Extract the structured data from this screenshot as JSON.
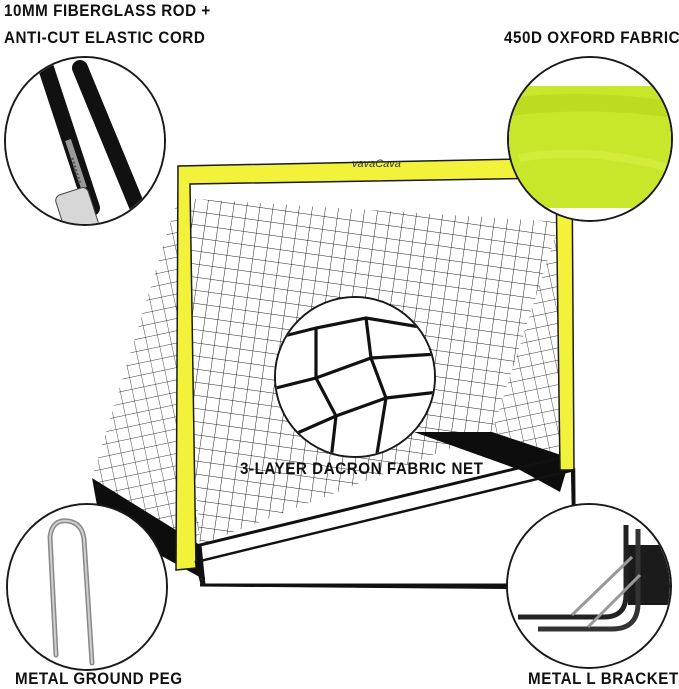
{
  "brand": "vavaCava",
  "callouts": {
    "rod_line1": "10MM FIBERGLASS ROD +",
    "rod_line2": "ANTI-CUT ELASTIC CORD",
    "fabric": "450D OXFORD FABRIC",
    "net": "3-LAYER DACRON FABRIC NET",
    "peg": "METAL GROUND PEG",
    "bracket": "METAL L BRACKET"
  },
  "colors": {
    "frame_yellow": "#f2f23a",
    "fabric_green": "#c8e62a",
    "outline": "#1a1a1a"
  },
  "icons": {
    "rod": "fiberglass-rod-icon",
    "fabric": "oxford-fabric-swatch",
    "net": "net-closeup-icon",
    "peg": "ground-peg-icon",
    "bracket": "l-bracket-icon",
    "goal": "soccer-goal-image"
  }
}
